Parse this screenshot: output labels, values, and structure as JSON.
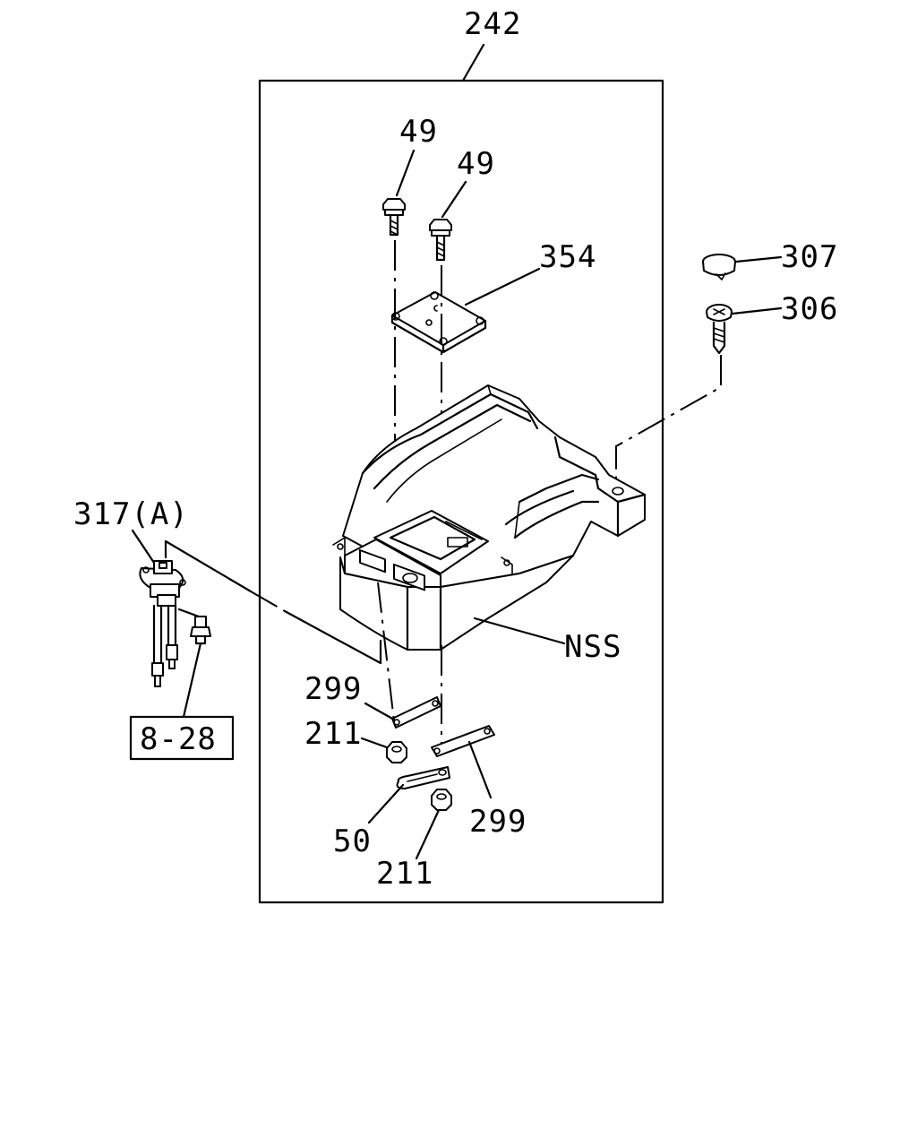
{
  "diagram": {
    "callouts": {
      "assembly": "242",
      "bolt_left": "49",
      "bolt_right": "49",
      "plate": "354",
      "cap": "307",
      "screw": "306",
      "switch": "317(A)",
      "console": "NSS",
      "ref_box": "8-28",
      "bracket_left": "299",
      "nut_left": "211",
      "bracket_right": "299",
      "clip": "50",
      "nut_bottom": "211"
    }
  }
}
